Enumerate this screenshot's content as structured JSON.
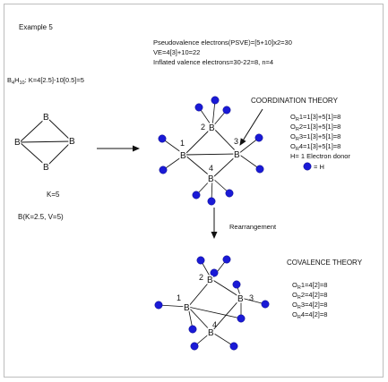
{
  "example_label": "Example 5",
  "formula": {
    "prefix": "B",
    "sub1": "4",
    "mid": "H",
    "sub2": "10",
    "rest": ": K=4[2.5]-10[0.5]=5"
  },
  "header_lines": [
    "Pseudovalence electrons(PSVE)=[5+10]x2=30",
    "VE=4[3]+10=22",
    "Inflated valence electrons=30-22=8, n=4"
  ],
  "simple_structure": {
    "atom": "B",
    "k_label": "K=5",
    "bk_label": "B(K=2.5, V=5)"
  },
  "coordination": {
    "title": "COORDINATION THEORY",
    "atom": "B",
    "numbers": [
      "1",
      "2",
      "3",
      "4"
    ],
    "or_lines": [
      {
        "sub": "R",
        "text": "1=1[3]+5[1]=8"
      },
      {
        "sub": "R",
        "text": "2=1[3]+5[1]=8"
      },
      {
        "sub": "R",
        "text": "3=1[3]+5[1]=8"
      },
      {
        "sub": "R",
        "text": "4=1[3]+5[1]=8"
      }
    ],
    "donor_line": "H= 1 Electron donor",
    "legend_eq": "= H",
    "hydrogen_color": "#1a1ad6"
  },
  "rearrangement_label": "Rearrangement",
  "covalence": {
    "title": "COVALENCE THEORY",
    "atom": "B",
    "numbers": [
      "1",
      "2",
      "3",
      "4"
    ],
    "or_lines": [
      {
        "sub": "R",
        "text": "1=4[2]=8"
      },
      {
        "sub": "R",
        "text": "2=4[2]=8"
      },
      {
        "sub": "R",
        "text": "3=4[2]=8"
      },
      {
        "sub": "R",
        "text": "4=4[2]=8"
      }
    ]
  }
}
